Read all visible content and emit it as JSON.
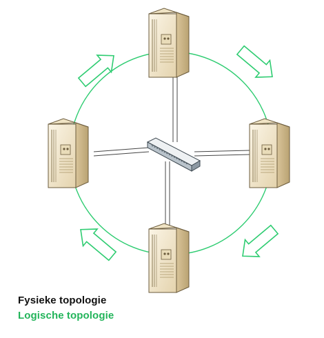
{
  "legend": {
    "physical_label": "Fysieke topologie",
    "logical_label": "Logische topologie"
  },
  "colors": {
    "physical_link": "#444444",
    "logical_ring": "#2ecc71",
    "server_body": "#f0e6cf",
    "switch_body": "#cfd6dc"
  },
  "nodes": [
    {
      "name": "server-top"
    },
    {
      "name": "server-right"
    },
    {
      "name": "server-bottom"
    },
    {
      "name": "server-left"
    },
    {
      "name": "switch"
    }
  ],
  "logical_flow_direction": "clockwise"
}
